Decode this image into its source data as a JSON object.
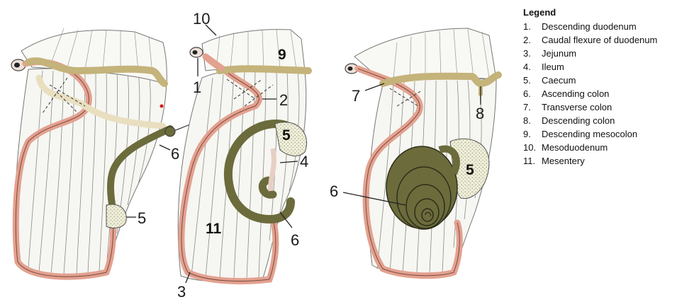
{
  "legend": {
    "title": "Legend",
    "items": [
      {
        "num": "1.",
        "text": "Descending duodenum"
      },
      {
        "num": "2.",
        "text": "Caudal flexure of duodenum"
      },
      {
        "num": "3.",
        "text": "Jejunum"
      },
      {
        "num": "4.",
        "text": "Ileum"
      },
      {
        "num": "5.",
        "text": "Caecum"
      },
      {
        "num": "6.",
        "text": "Ascending colon"
      },
      {
        "num": "7.",
        "text": "Transverse colon"
      },
      {
        "num": "8.",
        "text": "Descending colon"
      },
      {
        "num": "9.",
        "text": "Descending mesocolon"
      },
      {
        "num": "10.",
        "text": "Mesoduodenum"
      },
      {
        "num": "11.",
        "text": "Mesentery"
      }
    ]
  },
  "callouts": {
    "left": [
      "6",
      "5"
    ],
    "middle": [
      "10",
      "9",
      "1",
      "2",
      "5",
      "4",
      "11",
      "6",
      "3"
    ],
    "right": [
      "7",
      "8",
      "5",
      "6"
    ]
  },
  "colors": {
    "duodenum_pink": "#e3a190",
    "colon_olive": "#6b6b3c",
    "transverse_tan": "#c4b37a",
    "caecum_stipple": "#eeeed8",
    "mesentery_line": "#8c8c84"
  }
}
